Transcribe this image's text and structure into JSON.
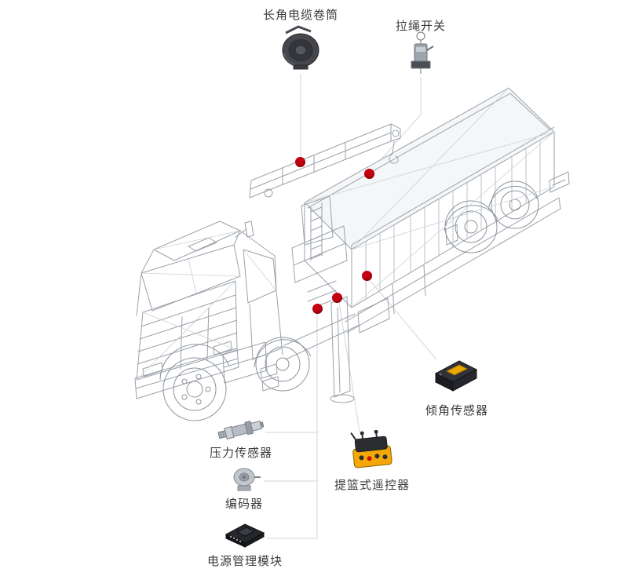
{
  "diagram": {
    "colors": {
      "marker": "#c40011",
      "connector_line": "#d6d6d6",
      "wireframe": "#9ba2aa",
      "accent_yellow": "#f3a808",
      "background": "#ffffff"
    },
    "marker_count": 5,
    "components": [
      {
        "id": "cable-reel",
        "label": "长角电缆卷筒"
      },
      {
        "id": "pull-rope-switch",
        "label": "拉绳开关"
      },
      {
        "id": "tilt-sensor",
        "label": "倾角传感器"
      },
      {
        "id": "pressure-sensor",
        "label": "压力传感器"
      },
      {
        "id": "encoder",
        "label": "编码器"
      },
      {
        "id": "basket-remote-control",
        "label": "提篮式遥控器"
      },
      {
        "id": "power-management-module",
        "label": "电源管理模块"
      }
    ]
  }
}
